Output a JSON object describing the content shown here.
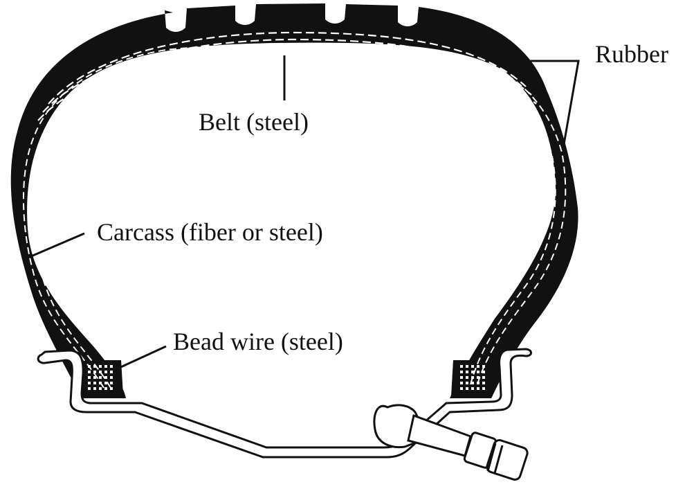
{
  "labels": {
    "rubber": "Rubber",
    "belt": "Belt (steel)",
    "carcass": "Carcass (fiber or steel)",
    "bead_wire": "Bead wire (steel)"
  },
  "colors": {
    "ink": "#111111",
    "background": "#ffffff",
    "ply_dash": "#ffffff"
  }
}
